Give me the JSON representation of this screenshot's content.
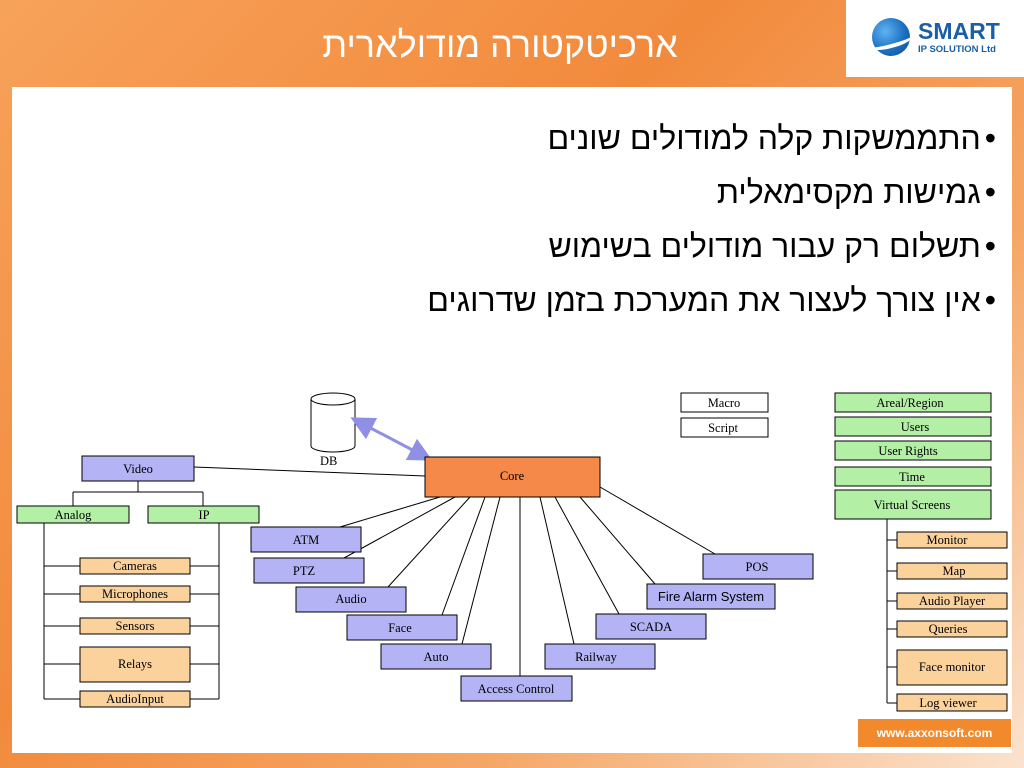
{
  "title": "ארכיטקטורה מודולארית",
  "logo": {
    "name": "SMART",
    "subtitle": "IP SOLUTION Ltd"
  },
  "bullets": [
    "התממשקות קלה למודולים שונים",
    "גמישות מקסימאלית",
    "תשלום רק עבור מודולים בשימוש",
    "אין צורך לעצור את המערכת בזמן שדרוגים"
  ],
  "bullet_char": "•",
  "diagram": {
    "db": "DB",
    "core": "Core",
    "video": "Video",
    "analog": "Analog",
    "ip": "IP",
    "devices": [
      "Cameras",
      "Microphones",
      "Sensors",
      "Relays",
      "AudioInput"
    ],
    "left_modules": [
      "ATM",
      "PTZ",
      "Audio",
      "Face",
      "Auto"
    ],
    "access_control": "Access Control",
    "right_modules": [
      "Railway",
      "SCADA",
      "Fire Alarm System",
      "POS"
    ],
    "macro": "Macro",
    "script": "Script",
    "admin": [
      "Areal/Region",
      "Users",
      "User Rights",
      "Time",
      "Virtual Screens"
    ],
    "screens": [
      "Monitor",
      "Map",
      "Audio Player",
      "Queries",
      "Face monitor",
      "Log viewer"
    ]
  },
  "footer": "www.axxonsoft.com",
  "colors": {
    "accent": "#f28a2d",
    "core": "#f5894a",
    "module": "#b3b3f5",
    "analog": "#b3f0a6",
    "device": "#fbd29c",
    "logo": "#1a5ea8"
  }
}
